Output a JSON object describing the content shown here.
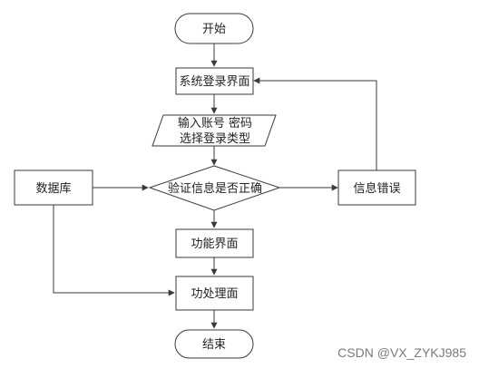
{
  "nodes": {
    "start": "开始",
    "login_screen": "系统登录界面",
    "input_line1": "输入账号 密码",
    "input_line2": "选择登录类型",
    "decision": "验证信息是否正确",
    "database": "数据库",
    "info_error": "信息错误",
    "function_screen": "功能界面",
    "process_screen": "功处理面",
    "end": "结束"
  },
  "watermark": "CSDN @VX_ZYKJ985"
}
